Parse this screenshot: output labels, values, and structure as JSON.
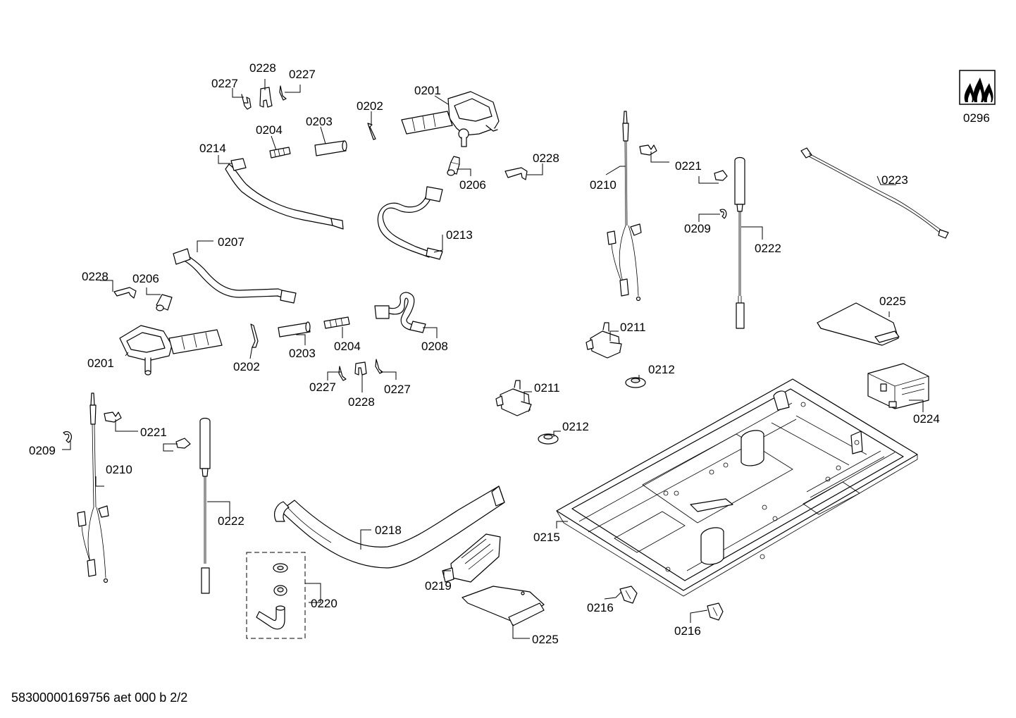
{
  "footer": "58300000169756 aet 000 b 2/2",
  "labels": {
    "l0227a": "0227",
    "l0228a": "0228",
    "l0227b": "0227",
    "l0201a": "0201",
    "l0202a": "0202",
    "l0204a": "0204",
    "l0203a": "0203",
    "l0214": "0214",
    "l0228b": "0228",
    "l0206a": "0206",
    "l0213": "0213",
    "l0207": "0207",
    "l0228c": "0228",
    "l0206b": "0206",
    "l0201b": "0201",
    "l0202b": "0202",
    "l0203b": "0203",
    "l0204b": "0204",
    "l0208": "0208",
    "l0227c": "0227",
    "l0228d": "0228",
    "l0227d": "0227",
    "l0210a": "0210",
    "l0221a": "0221",
    "l0209a": "0209",
    "l0222a": "0222",
    "l0223": "0223",
    "l0296": "0296",
    "l0225a": "0225",
    "l0211a": "0211",
    "l0212a": "0212",
    "l0211b": "0211",
    "l0212b": "0212",
    "l0224": "0224",
    "l0221b": "0221",
    "l0209b": "0209",
    "l0210b": "0210",
    "l0222b": "0222",
    "l0218": "0218",
    "l0220": "0220",
    "l0219": "0219",
    "l0225b": "0225",
    "l0215": "0215",
    "l0216a": "0216",
    "l0216b": "0216"
  }
}
